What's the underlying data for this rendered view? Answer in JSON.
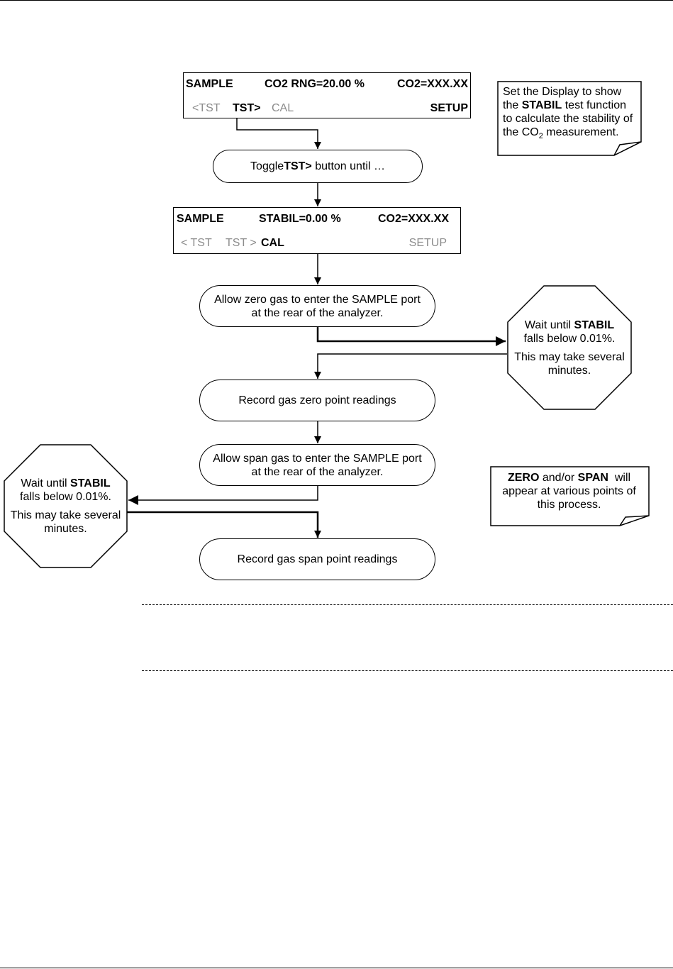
{
  "screen1": {
    "mode": "SAMPLE",
    "param": "CO2 RNG=20.00 %",
    "reading": "CO2=XXX.XX",
    "btn_prev": "<TST",
    "btn_next": "TST>",
    "btn_cal": "CAL",
    "btn_setup": "SETUP"
  },
  "note1": {
    "line1": "Set the Display to show",
    "line2_pre": "the ",
    "line2_bold": "STABIL",
    "line2_post": " test function",
    "line3": "to calculate the stability of",
    "line4_pre": "the CO",
    "line4_sub": "2",
    "line4_post": " measurement."
  },
  "step_toggle": {
    "pre": "Toggle ",
    "bold": "TST>",
    "post": " button until …"
  },
  "screen2": {
    "mode": "SAMPLE",
    "param": "STABIL=0.00 %",
    "reading": "CO2=XXX.XX",
    "btn_prev": "< TST",
    "btn_next": "TST >",
    "btn_cal": "CAL",
    "btn_setup": "SETUP"
  },
  "step_zero_gas": {
    "line1": "Allow zero gas to enter the SAMPLE port",
    "line2": "at the rear of the analyzer."
  },
  "wait_zero": {
    "line1_pre": "Wait until ",
    "line1_bold": "STABIL",
    "line2": "falls below 0.01%.",
    "line3": "This may take several",
    "line4": "minutes."
  },
  "step_record_zero": "Record gas zero point readings",
  "step_span_gas": {
    "line1": "Allow span gas to enter the SAMPLE port",
    "line2": "at the rear of the analyzer."
  },
  "wait_span": {
    "line1_pre": "Wait until ",
    "line1_bold": "STABIL",
    "line2": "falls below 0.01%.",
    "line3": "This may take several",
    "line4": "minutes."
  },
  "note2": {
    "line1_bold1": "ZERO",
    "line1_mid": " and/or ",
    "line1_bold2": "SPAN",
    "line1_post": "  will",
    "line2": "appear at various points of",
    "line3": "this process."
  },
  "step_record_span": "Record gas span point readings"
}
